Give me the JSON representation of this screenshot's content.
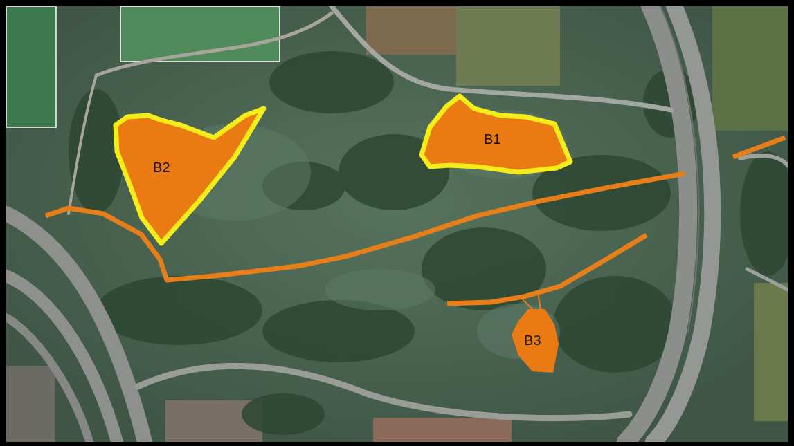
{
  "map": {
    "type": "satellite",
    "colors": {
      "vegetation": "#4e6a56",
      "tree_canopy": "#2c4630",
      "road": "#8c8f8d",
      "zone_fill": "#ea7a12",
      "zone_outline": "#f6ec1a",
      "path_line": "#e67f1a",
      "frame": "#000000"
    },
    "areas": [
      {
        "id": "B1",
        "label": "B1",
        "outlined": true
      },
      {
        "id": "B2",
        "label": "B2",
        "outlined": true
      },
      {
        "id": "B3",
        "label": "B3",
        "outlined": false
      }
    ]
  }
}
